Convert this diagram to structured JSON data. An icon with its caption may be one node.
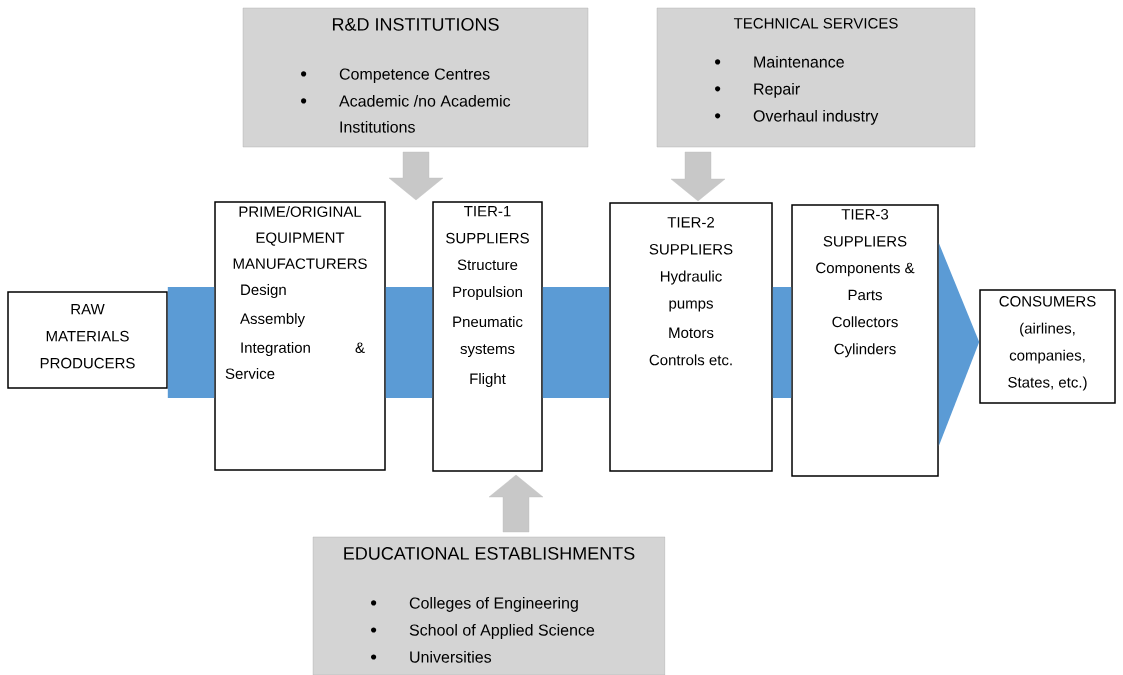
{
  "diagram": {
    "nodes": [
      {
        "text": [
          "R&D INSTITUTIONS",
          "Competence Centres",
          "Academic /no Academic Institutions"
        ]
      },
      {
        "text": [
          "TECHNICAL SERVICES",
          "Maintenance",
          "Repair",
          "Overhaul industry"
        ]
      },
      {
        "text": [
          "RAW MATERIALS PRODUCERS"
        ]
      },
      {
        "text": [
          "PRIME/ORIGINAL EQUIPMENT MANUFACTURERS",
          "Design",
          "Assembly",
          "Integration & Service"
        ]
      },
      {
        "text": [
          "TIER-1 SUPPLIERS",
          "Structure",
          "Propulsion",
          "Pneumatic systems",
          "Flight"
        ]
      },
      {
        "text": [
          "TIER-2 SUPPLIERS",
          "Hydraulic pumps",
          "Motors",
          "Controls etc."
        ]
      },
      {
        "text": [
          "TIER-3 SUPPLIERS",
          "Components & Parts",
          "Collectors",
          "Cylinders"
        ]
      },
      {
        "text": [
          "CONSUMERS",
          "(airlines, companies, States, etc.)"
        ]
      },
      {
        "text": [
          "EDUCATIONAL ESTABLISHMENTS",
          "Colleges of Engineering",
          "School of Applied Science",
          "Universities"
        ]
      }
    ],
    "edges": [
      {
        "from": 2,
        "to": 3,
        "arrow": "none",
        "style": "thick",
        "color": "#5b9bd5"
      },
      {
        "from": 3,
        "to": 4,
        "arrow": "none",
        "style": "thick",
        "color": "#5b9bd5"
      },
      {
        "from": 4,
        "to": 5,
        "arrow": "none",
        "style": "thick",
        "color": "#5b9bd5"
      },
      {
        "from": 5,
        "to": 6,
        "arrow": "none",
        "style": "thick",
        "color": "#5b9bd5"
      },
      {
        "from": 6,
        "to": 7,
        "arrow": "to",
        "style": "thick",
        "color": "#5b9bd5"
      },
      {
        "from": 0,
        "to": null,
        "arrow": "to"
      },
      {
        "from": 1,
        "to": 5,
        "arrow": "to"
      },
      {
        "from": 8,
        "to": 4,
        "arrow": "to"
      }
    ]
  }
}
